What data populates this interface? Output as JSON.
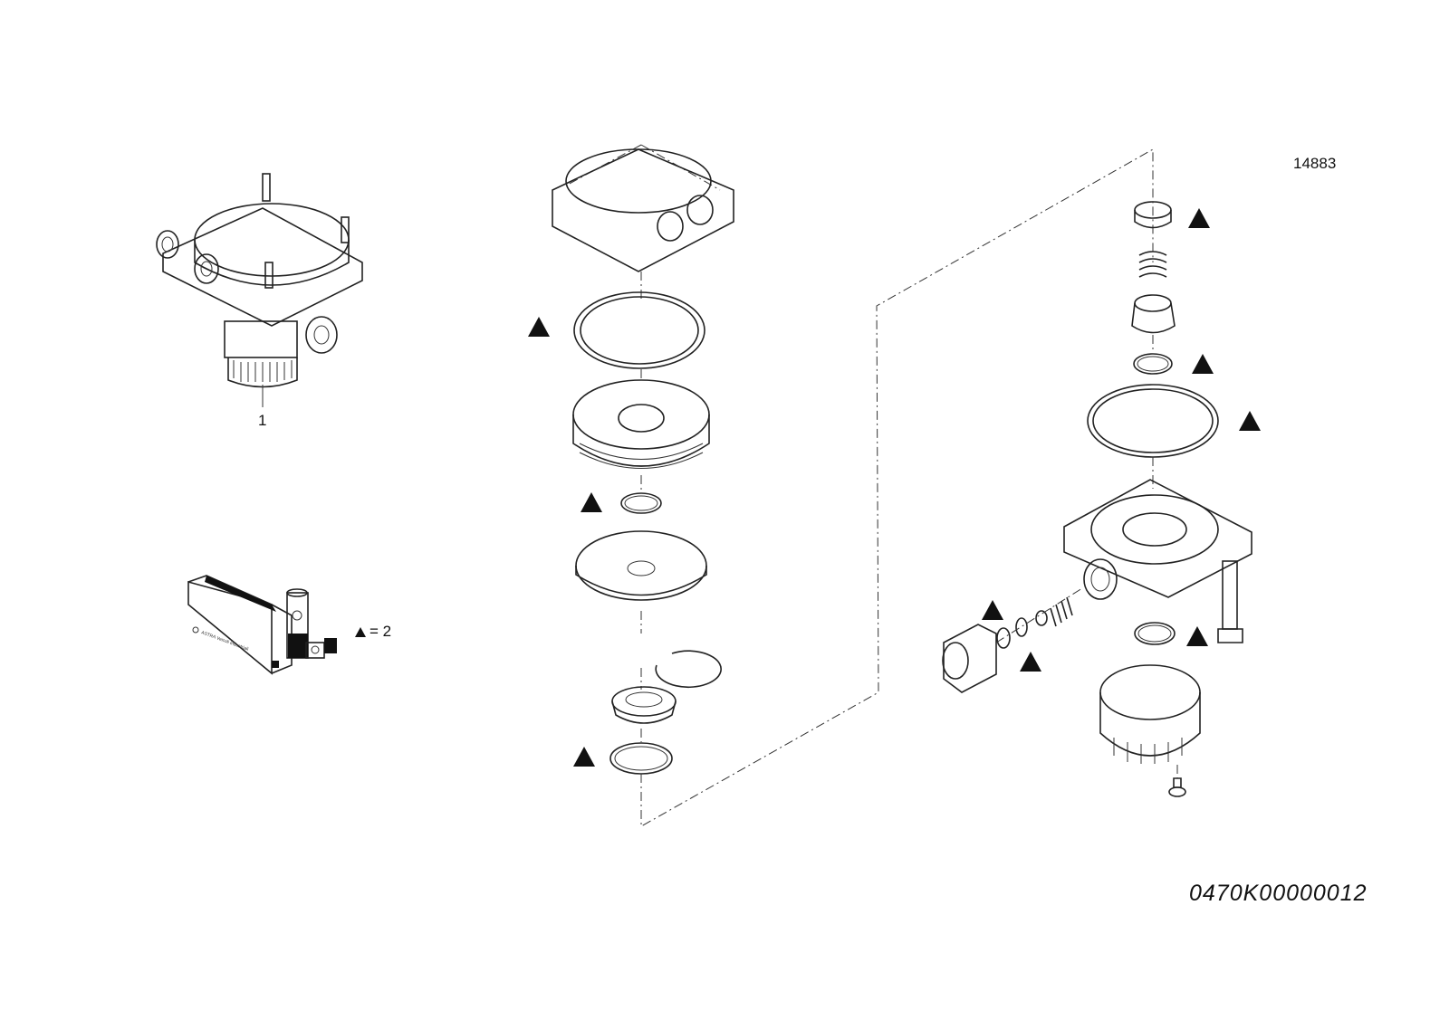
{
  "drawing_number": "14883",
  "catalog_code": "0470K00000012",
  "callouts": [
    {
      "label": "1"
    }
  ],
  "legend": {
    "symbol": "triangle",
    "text": "= 2"
  },
  "kit_box_logo_text": "ASTRA Veicoli Industriali"
}
